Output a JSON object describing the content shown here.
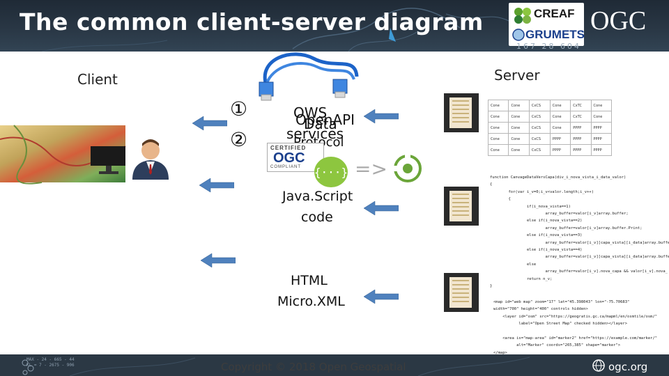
{
  "header": {
    "title": "The common client-server diagram",
    "logo_creaf": "CREAF",
    "logo_grumets": "GRUMETS",
    "logo_ogc": "OGC",
    "corner_text": "167 28 604"
  },
  "labels": {
    "client": "Client",
    "server": "Server"
  },
  "steps": {
    "one": "①",
    "two": "②"
  },
  "protocols": {
    "ows_line1": "OWS",
    "ows_line2": "services",
    "open_api": "OpenAPI",
    "data": "Data",
    "protocol": "Protocol",
    "certified": "CERTIFIED",
    "ogc_cert": "OGC",
    "compliant": "COMPLIANT",
    "arrow_symbol": "=>"
  },
  "middle": {
    "js_line1": "Java.Script",
    "js_line2": "code",
    "html_line1": "HTML",
    "html_line2": "Micro.XML"
  },
  "table": {
    "rows": [
      [
        "Cone",
        "Cone",
        "CxCS",
        "Cone",
        "CxTC",
        "Cone"
      ],
      [
        "Cone",
        "Cone",
        "CxCS",
        "Cone",
        "CxTC",
        "Cone"
      ],
      [
        "Cone",
        "Cone",
        "CxCS",
        "Cone",
        "PPPP",
        "PPPP"
      ],
      [
        "Cone",
        "Cone",
        "CxCS",
        "PPPP",
        "PPPP",
        "PPPP"
      ],
      [
        "Cone",
        "Cone",
        "CxCS",
        "PPPP",
        "PPPP",
        "PPPP"
      ]
    ]
  },
  "code": {
    "js": "function CanvageDataVersCapa(div_i_nova_vista_i_data_valor)\n{\n        for(var i_v=0;i_v<valor.length;i_v++)\n        {\n                if(i_nova_vista==1)\n                        array_buffer=valor[i_v]array.buffer;\n                else if(i_nova_vista==2)\n                        array_buffer=valor[i_v]array.buffer.Print;\n                else if(i_nova_vista==3)\n                        array_buffer=valor[i_v][capa_vista][i_data]array.buffer;\n                else if(i_nova_vista==4)\n                        array_buffer=valor[i_v][capa_vista][i_data]array.buffer;\n                else\n                        array_buffer=valor[i_v].nova_capa && valor[i_v].nova_\n                return n_v;\n}",
    "html": "<map id=\"web map\" zoom=\"17\" lat=\"45.398043\" lon=\"-75.70683\"\nwidth=\"700\" height=\"400\" controls hidden>\n    <layer id=\"osm\" src=\"https://geogratis.gc.ca/mapml/en/osmtile/osm/\"\n           label=\"Open Street Map\" checked hidden></layer>\n\n    <area is=\"map-area\" id=\"marker2\" href=\"https://example.com/marker/\"\n          alt=\"Marker\" coords=\"265,385\" shape=\"marker\">\n</map>"
  },
  "footer": {
    "copyright": "Copyright © 2018 Open Geospatial",
    "site": "ogc.org",
    "coords": "MAX - 24 - 665 - 44\nKL = 7 - 2675 - 906"
  },
  "colors": {
    "arrow_blue": "#4f81bd",
    "header_bg": "#2a3846",
    "cable_blue": "#1c63c8"
  }
}
